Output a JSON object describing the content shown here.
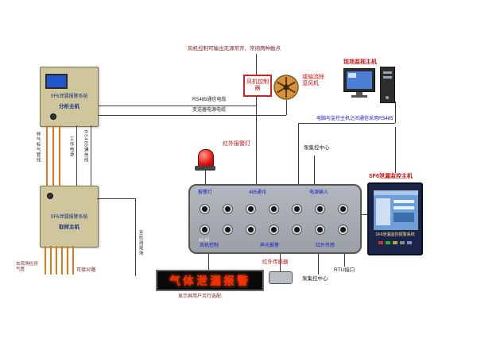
{
  "colors": {
    "wire_orange": "#e07818",
    "accent_red": "#cc1111",
    "note_blue": "#1515cc",
    "host_beige": "#cfc69d",
    "panel_gray": "#a3a8ae",
    "monitor_navy": "#1a2448",
    "led_red": "#ff2d00"
  },
  "top": {
    "note": "风机控制可输出无源常开、常闭两种触点"
  },
  "fan_controller": {
    "label": "风机控制器"
  },
  "axial_fan": {
    "label": "或轴流除湿风机"
  },
  "site_monitor": {
    "label": "现场监视主机"
  },
  "comm_note": {
    "text": "电脑与监控主机之间通信采用RS485"
  },
  "cables": {
    "rs485": "RS485通信电缆",
    "power": "变送器电源电缆"
  },
  "analysis_host": {
    "title": "SF6泄漏报警系统",
    "subtitle": "分析主机"
  },
  "sampling_host": {
    "title": "SF6泄漏报警系统",
    "subtitle": "取样主机"
  },
  "left_wires": {
    "sample": "样气标气管线",
    "power": "工作电源",
    "rs485": "RS485通信线"
  },
  "bottom_left": {
    "pipe": "去现场检测气管",
    "routes": "可接30路",
    "to_site": "至检测现场"
  },
  "alarm_light": {
    "label": "红外报警灯"
  },
  "panel": {
    "labels_top": [
      "报警灯",
      "485通讯",
      "电源输入"
    ],
    "labels_bottom": [
      "风机控制",
      "声光报警",
      "红外传感"
    ],
    "codes": "A1 A2"
  },
  "pump_center_top": "泵集控中心",
  "pump_center_bottom": "泵集控中心",
  "rtu": "RTU接口",
  "ir_sensor": {
    "label": "红外传感器"
  },
  "led_display": {
    "text": "气体泄漏报警",
    "note": "显示屏用户另行选配"
  },
  "monitor_host": {
    "label": "SF6泄漏监控主机",
    "caption": "SF6泄漏监控报警系统"
  }
}
